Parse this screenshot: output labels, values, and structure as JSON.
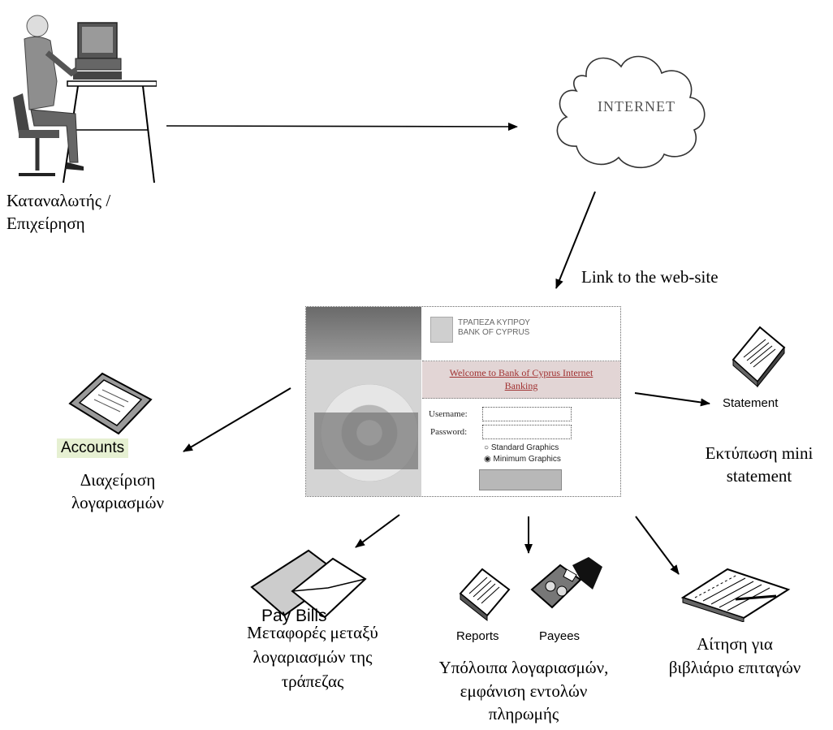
{
  "nodes": {
    "consumer": {
      "line1": "Καταναλωτής /",
      "line2": "Επιχείρηση"
    },
    "internet": {
      "label": "INTERNET"
    },
    "link_label": "Link to the web-site",
    "web_page": {
      "bank_name_line1": "ΤΡΑΠΕΖΑ ΚΥΠΡΟΥ",
      "bank_name_line2": "BANK OF CYPRUS",
      "title_line1": "Welcome to Bank of Cyprus Internet",
      "title_line2": "Banking",
      "username_label": "Username:",
      "password_label": "Password:",
      "option1": "Standard Graphics",
      "option2": "Minimum Graphics"
    },
    "statement": {
      "icon_caption": "Statement",
      "line1": "Εκτύπωση mini",
      "line2": "statement"
    },
    "accounts": {
      "icon_caption": "Accounts",
      "line1": "Διαχείριση",
      "line2": "λογαριασμών"
    },
    "pay_bills": {
      "icon_caption": "Pay Bills",
      "line1": "Μεταφορές μεταξύ",
      "line2": "λογαριασμών της",
      "line3": "τράπεζας"
    },
    "reports_payees": {
      "reports_caption": "Reports",
      "payees_caption": "Payees",
      "line1": "Υπόλοιπα λογαριασμών,",
      "line2": "εμφάνιση εντολών",
      "line3": "πληρωμής"
    },
    "checkbook": {
      "line1": "Αίτηση για",
      "line2": "βιβλιάριο επιταγών"
    }
  },
  "icons": [
    "person-at-computer-icon",
    "cloud-icon",
    "statement-book-icon",
    "accounts-wallet-icon",
    "pay-bills-envelope-icon",
    "reports-document-icon",
    "payees-hand-icon",
    "checkbook-notepad-icon"
  ]
}
